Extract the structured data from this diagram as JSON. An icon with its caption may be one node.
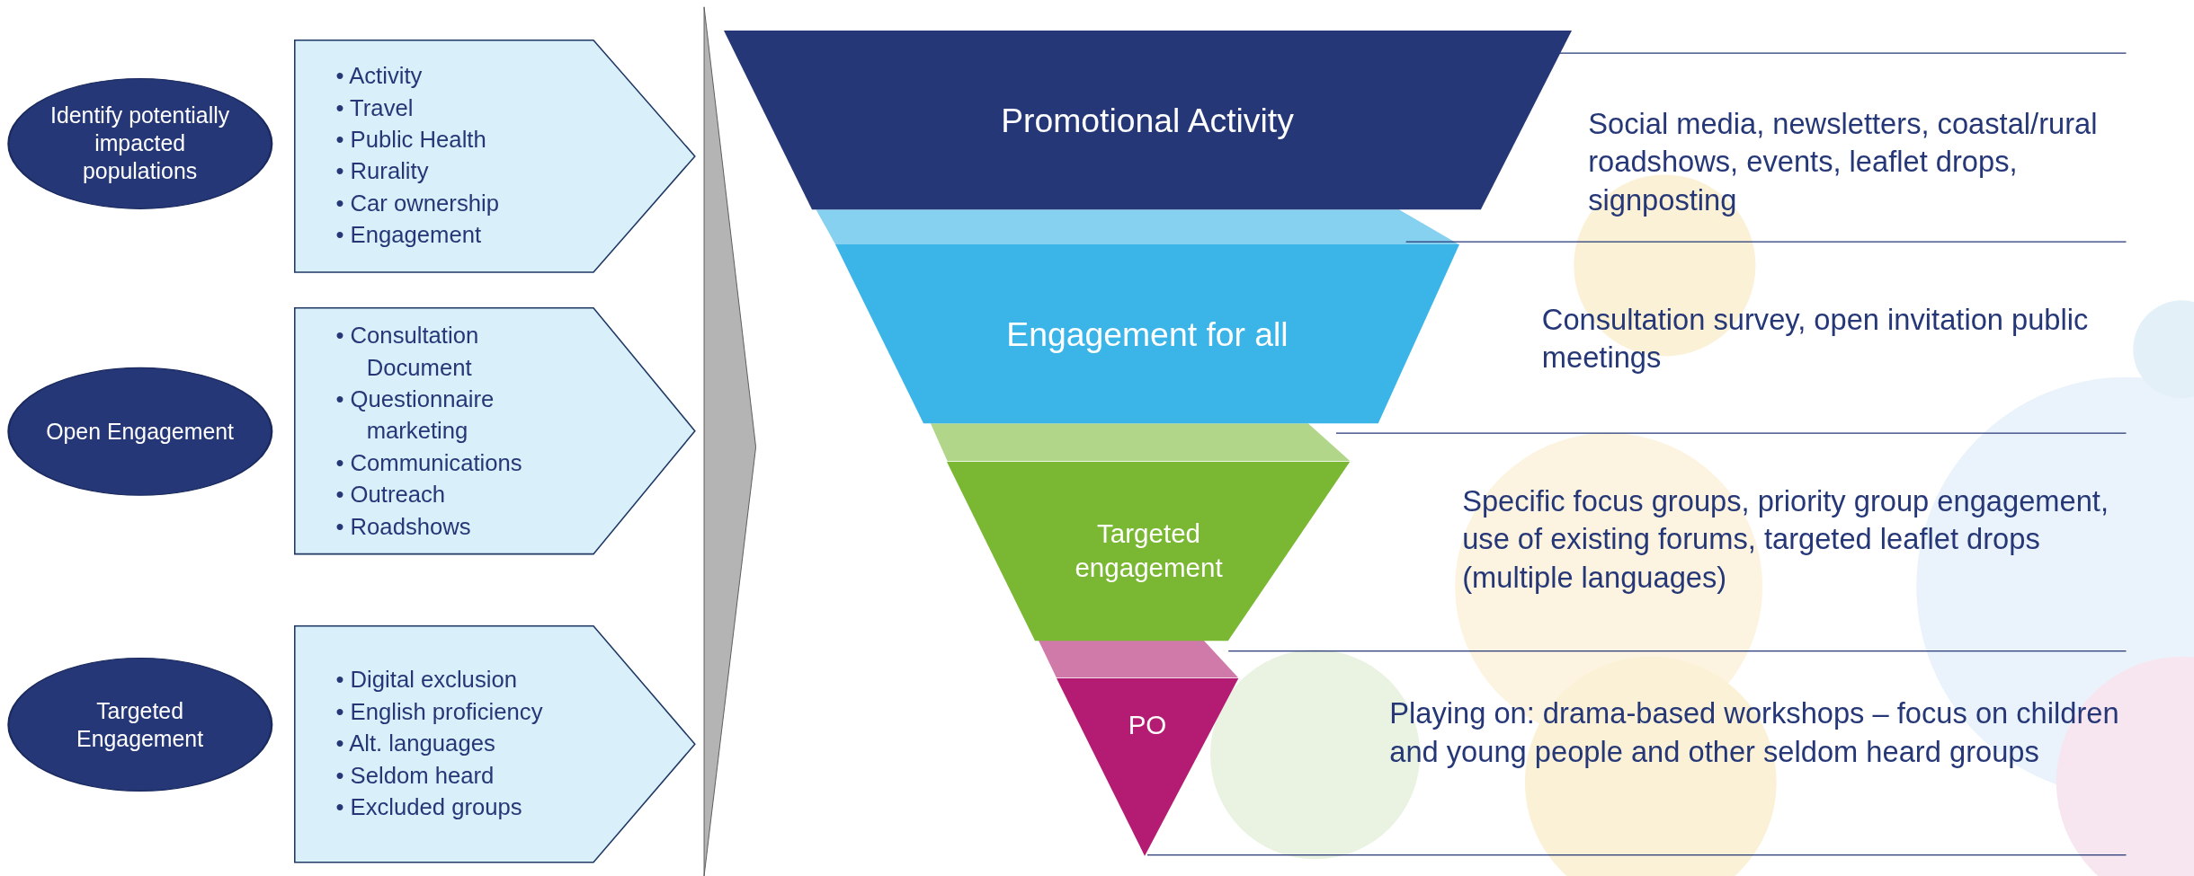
{
  "diagram": {
    "nodes": [
      {
        "text": [
          "Identify potentially impacted populations"
        ]
      },
      {
        "text": [
          "• Activity",
          "• Travel",
          "• Public Health",
          "• Rurality",
          "• Car ownership",
          "• Engagement"
        ]
      },
      {
        "text": [
          "Open Engagement"
        ]
      },
      {
        "text": [
          "• Consultation Document",
          "• Questionnaire marketing",
          "• Communications",
          "• Outreach",
          "• Roadshows"
        ]
      },
      {
        "text": [
          "Targeted Engagement"
        ]
      },
      {
        "text": [
          "• Digital exclusion",
          "• English proficiency",
          "• Alt. languages",
          "• Seldom heard",
          "• Excluded groups"
        ]
      },
      {
        "text": [
          "Promotional Activity"
        ]
      },
      {
        "text": [
          "Engagement for all"
        ]
      },
      {
        "text": [
          "Targeted engagement"
        ]
      },
      {
        "text": [
          "PO"
        ]
      }
    ],
    "edges": [],
    "labels": [
      "Social media, newsletters, coastal/rural roadshows, events, leaflet drops, signposting",
      "Consultation survey, open invitation public meetings",
      "Specific focus groups, priority group engagement, use of existing forums, targeted leaflet drops (multiple languages)",
      "Playing on: drama-based workshops – focus on children and young people and other seldom heard groups"
    ]
  }
}
